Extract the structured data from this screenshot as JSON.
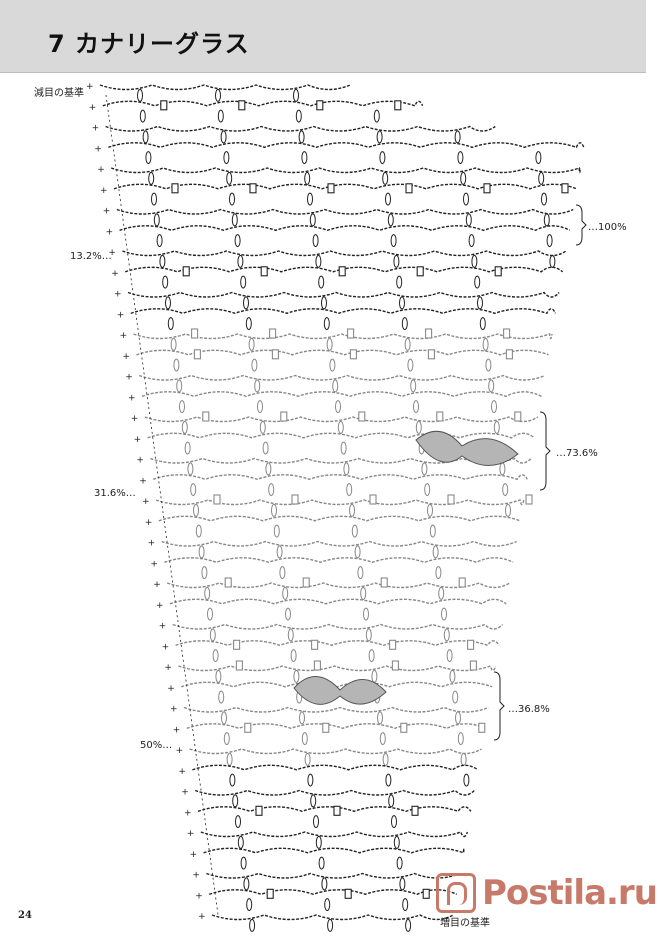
{
  "header": {
    "title": "7 カナリーグラス"
  },
  "labels": {
    "top_reference": "減目の基準",
    "bottom_reference": "増目の基準",
    "percent_100": "…100%",
    "percent_13_2": "13.2%…",
    "percent_73_6": "…73.6%",
    "percent_31_6": "31.6%…",
    "percent_36_8": "…36.8%",
    "percent_50": "50%…"
  },
  "page_number": "24",
  "watermark": {
    "text": "Postila.ru"
  },
  "colors": {
    "header_bg": "#d9d9d9",
    "ink_dark": "#222222",
    "ink_light": "#888888",
    "highlight": "#b5b5b5",
    "watermark": "#c77a6a"
  }
}
